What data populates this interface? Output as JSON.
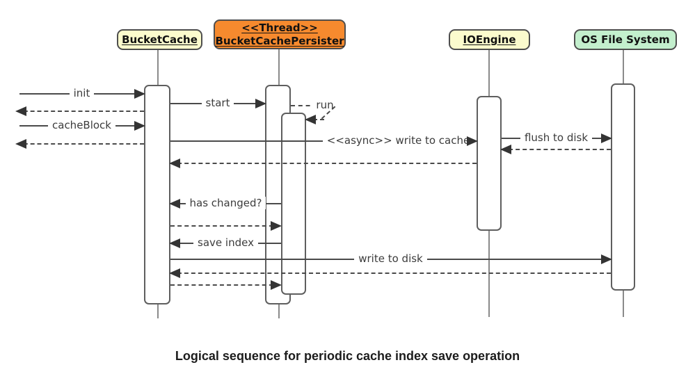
{
  "diagram": {
    "caption": "Logical sequence for periodic cache index save operation",
    "actors": {
      "bucketcache": {
        "label": "BucketCache"
      },
      "persister": {
        "stereotype": "<<Thread>>",
        "label": "BucketCachePersister"
      },
      "ioengine": {
        "label": "IOEngine"
      },
      "osfs": {
        "label": "OS File System"
      }
    },
    "messages": {
      "init": {
        "label": "init"
      },
      "cacheblock": {
        "label": "cacheBlock"
      },
      "start": {
        "label": "start"
      },
      "run": {
        "label": "run"
      },
      "async_write": {
        "label": "<<async>> write to cache"
      },
      "flush": {
        "label": "flush to disk"
      },
      "has_changed": {
        "label": "has changed?"
      },
      "save_index": {
        "label": "save index"
      },
      "write_disk": {
        "label": "write to disk"
      }
    },
    "colors": {
      "actor_yellow": "#fbfbcd",
      "actor_orange": "#f68a2e",
      "actor_green": "#c3efcd",
      "line": "#4a4a4a",
      "arrowhead": "#343434"
    }
  }
}
